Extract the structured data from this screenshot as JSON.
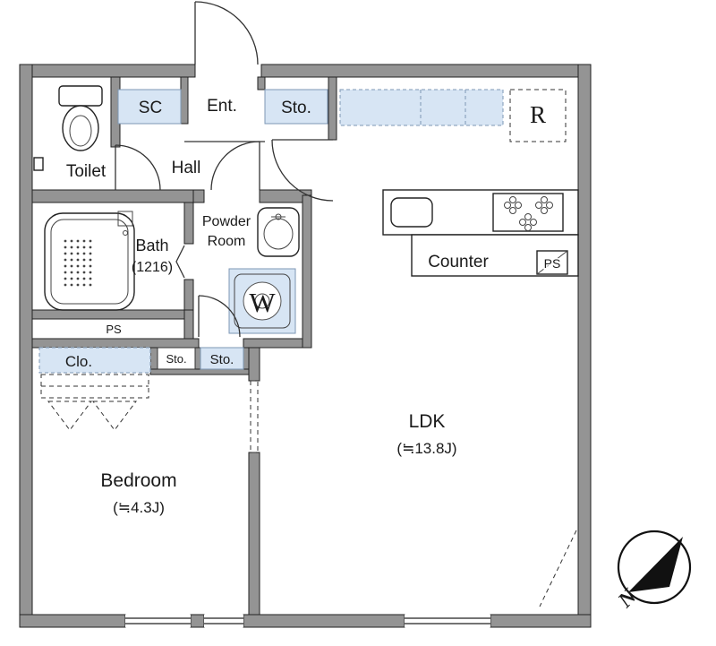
{
  "colors": {
    "wall_gray": "#949494",
    "storage_blue": "#d7e5f4",
    "line_black": "#222222"
  },
  "rooms": {
    "sc": "SC",
    "entrance": "Ent.",
    "storage_top": "Sto.",
    "fridge": "R",
    "toilet": "Toilet",
    "hall": "Hall",
    "bath_name": "Bath",
    "bath_size": "(1216)",
    "powder_line1": "Powder",
    "powder_line2": "Room",
    "washer": "W",
    "ps_bath": "PS",
    "closet": "Clo.",
    "storage_mid1": "Sto.",
    "storage_mid2": "Sto.",
    "counter": "Counter",
    "ps_kitchen": "PS",
    "bedroom_name": "Bedroom",
    "bedroom_area": "(≒4.3J)",
    "ldk_name": "LDK",
    "ldk_area": "(≒13.8J)"
  },
  "compass": {
    "north": "N"
  }
}
